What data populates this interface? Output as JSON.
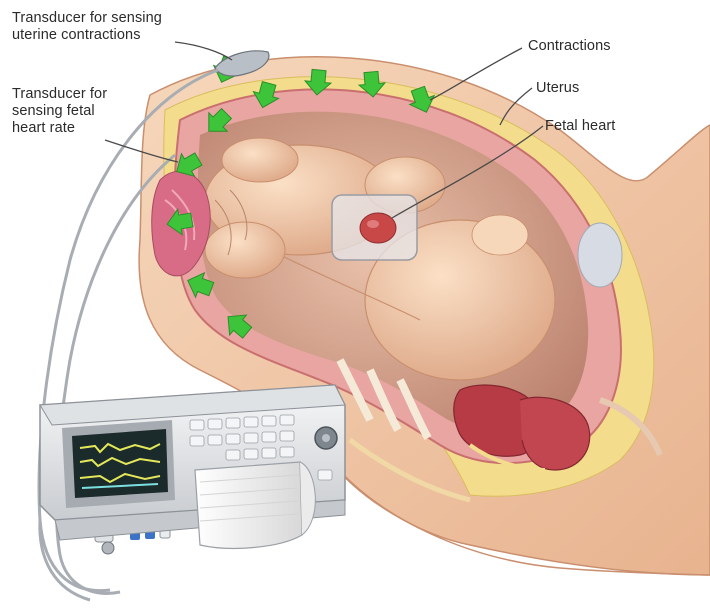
{
  "labels": {
    "uterine_transducer": "Transducer for sensing\nuterine contractions",
    "fhr_transducer": "Transducer for\nsensing fetal\nheart rate",
    "contractions": "Contractions",
    "uterus": "Uterus",
    "fetal_heart": "Fetal heart"
  },
  "colors": {
    "skin": "#f1c9a6",
    "skin_shadow": "#d9a27f",
    "uterine_wall": "#e8a5a2",
    "uterine_wall_dark": "#c9706f",
    "fat_layer": "#f3dc8c",
    "amniotic": "#d7a890",
    "fetus": "#f0c5a2",
    "contraction_arrow": "#3ec43a",
    "monitor_body": "#eceeef",
    "monitor_screen": "#1b2a2b",
    "screen_trace": "#e3e85a"
  },
  "icons": [
    "contraction-arrow-icon",
    "fetal-monitor-icon",
    "transducer-icon"
  ]
}
